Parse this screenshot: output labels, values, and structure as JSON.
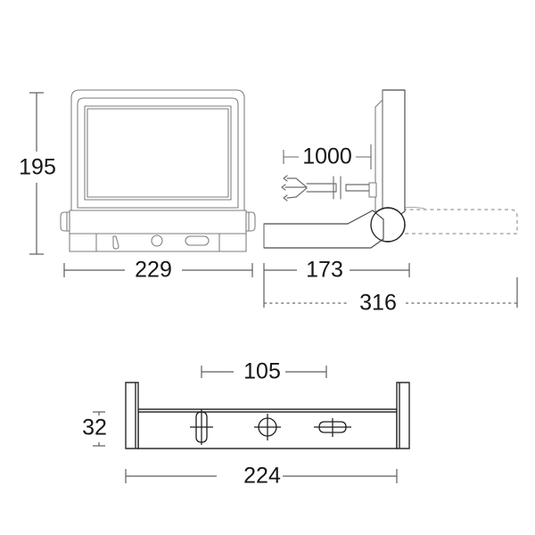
{
  "drawing": {
    "title": "Floodlight dimensional drawing",
    "units": "mm",
    "line_color": "#4a4a4a",
    "dim_color": "#5d5d5d",
    "text_color": "#161616",
    "ghost_color": "#9a9a9a",
    "background": "#ffffff"
  },
  "views": {
    "front": {
      "name": "front-elevation",
      "dimensions": {
        "height": {
          "value": "195",
          "orientation": "vertical"
        },
        "width": {
          "value": "229",
          "orientation": "horizontal"
        }
      },
      "features": [
        {
          "name": "panel-slot",
          "shape": "narrow-slot"
        },
        {
          "name": "panel-sensor-hole",
          "shape": "circle"
        },
        {
          "name": "panel-indicator",
          "shape": "rounded-rect"
        }
      ]
    },
    "side": {
      "name": "side-elevation",
      "dimensions": {
        "cable_length": {
          "value": "1000",
          "orientation": "horizontal"
        },
        "depth": {
          "value": "173",
          "orientation": "horizontal"
        },
        "overall_depth": {
          "value": "316",
          "orientation": "horizontal",
          "style": "dashed"
        }
      },
      "features": [
        {
          "name": "cable-with-break-symbol",
          "shape": "cable"
        },
        {
          "name": "hinge-pivot",
          "shape": "circle"
        },
        {
          "name": "bracket-alternate-position",
          "shape": "dashed-outline"
        }
      ]
    },
    "bracket": {
      "name": "bracket-plan",
      "dimensions": {
        "hole_spacing": {
          "value": "105",
          "orientation": "horizontal"
        },
        "height": {
          "value": "32",
          "orientation": "vertical"
        },
        "width": {
          "value": "224",
          "orientation": "horizontal"
        }
      },
      "features": [
        {
          "name": "vertical-slot-hole",
          "shape": "vertical-slot"
        },
        {
          "name": "round-hole",
          "shape": "circle-crosshair"
        },
        {
          "name": "horizontal-slot-hole",
          "shape": "horizontal-slot"
        }
      ]
    }
  },
  "labels": {
    "height_195": "195",
    "width_229": "229",
    "cable_1000": "1000",
    "depth_173": "173",
    "overall_316": "316",
    "spacing_105": "105",
    "bracket_height_32": "32",
    "bracket_width_224": "224"
  }
}
